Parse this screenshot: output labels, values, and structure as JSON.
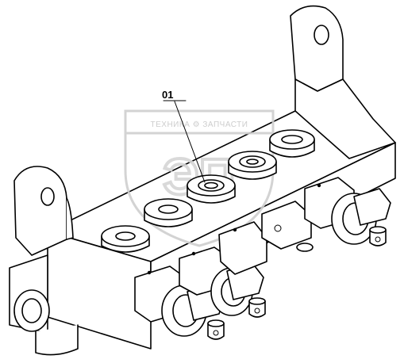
{
  "callout": {
    "label": "01"
  },
  "watermark": {
    "top_text": "ТЕХНИКА ⚙ ЗАПЧАСТИ",
    "big_text": "ЭП"
  },
  "colors": {
    "line": "#000000",
    "background": "#ffffff",
    "watermark": "#d0d0d0"
  }
}
